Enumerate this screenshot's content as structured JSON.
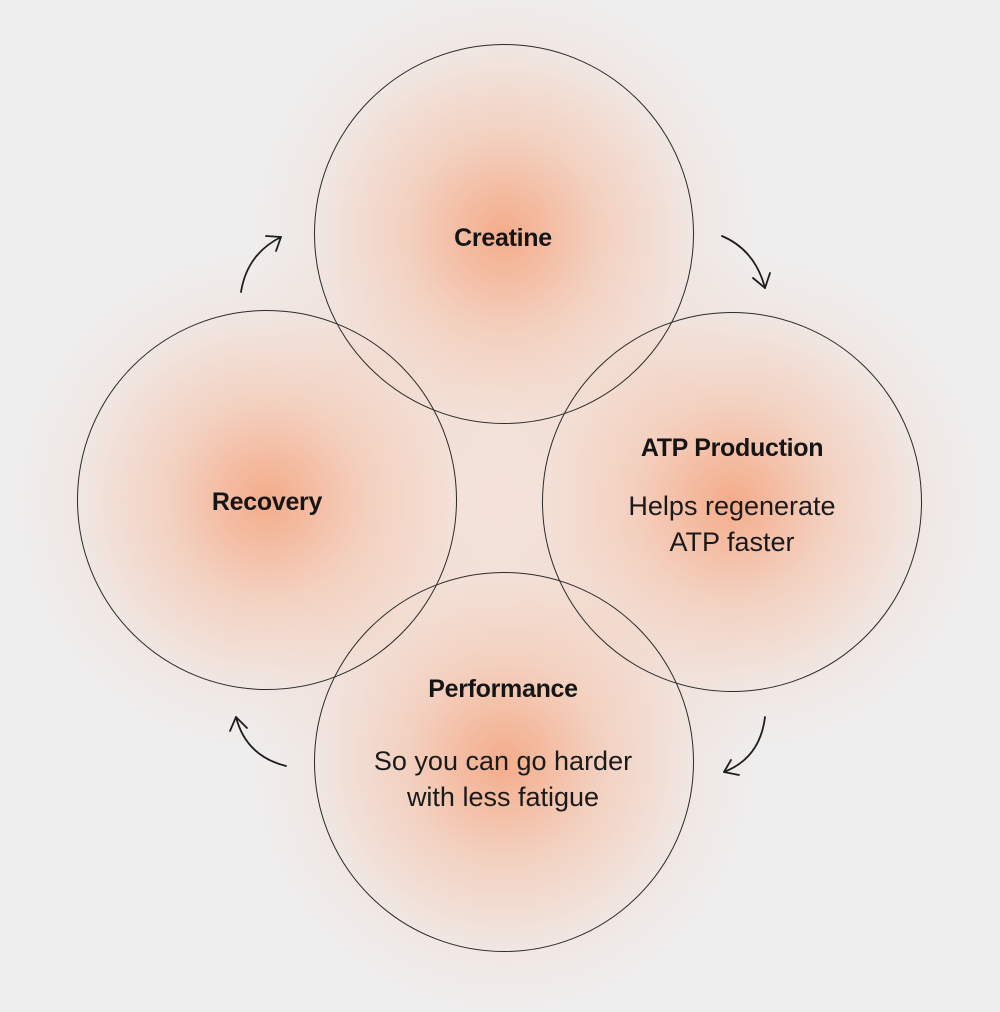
{
  "diagram": {
    "nodes": [
      {
        "id": "creatine",
        "title": "Creatine",
        "description": ""
      },
      {
        "id": "atp-production",
        "title": "ATP Production",
        "description": "Helps regenerate ATP faster"
      },
      {
        "id": "performance",
        "title": "Performance",
        "description": "So you can go harder with less fatigue"
      },
      {
        "id": "recovery",
        "title": "Recovery",
        "description": ""
      }
    ],
    "cycle": [
      "Creatine",
      "ATP Production",
      "Performance",
      "Recovery"
    ],
    "colors": {
      "background": "#efeeee",
      "glow_center": "#f4a884",
      "outline": "#2b2b2b",
      "arrow": "#1e1e1e"
    }
  }
}
